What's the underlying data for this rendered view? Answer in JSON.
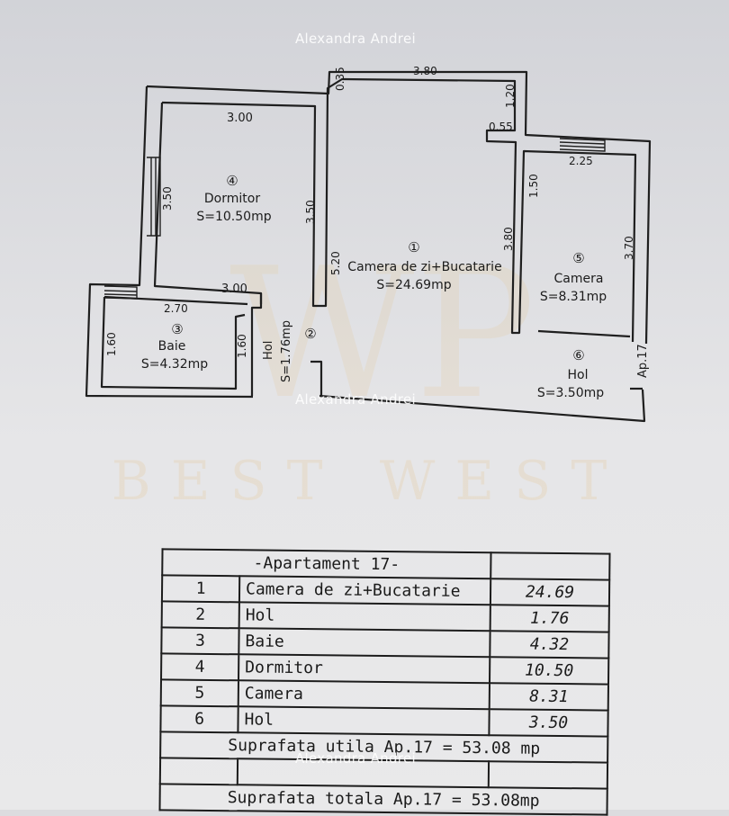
{
  "watermark": {
    "name": "Alexandra Andrei",
    "agency": "BEST WEST",
    "logo": "WP"
  },
  "plan": {
    "rooms": [
      {
        "num": "①",
        "name": "Camera de zi+Bucatarie",
        "area": "S=24.69mp"
      },
      {
        "num": "②",
        "name": "Hol",
        "area": "S=1.76mp"
      },
      {
        "num": "③",
        "name": "Baie",
        "area": "S=4.32mp"
      },
      {
        "num": "④",
        "name": "Dormitor",
        "area": "S=10.50mp"
      },
      {
        "num": "⑤",
        "name": "Camera",
        "area": "S=8.31mp"
      },
      {
        "num": "⑥",
        "name": "Hol",
        "area": "S=3.50mp"
      }
    ],
    "dimensions": [
      "3.80",
      "0.35",
      "1.20",
      "0.55",
      "2.25",
      "1.50",
      "3.80",
      "3.70",
      "3.00",
      "3.50",
      "3.50",
      "5.20",
      "3.00",
      "2.70",
      "1.60",
      "1.60"
    ],
    "apartment_mark": "Ap.17"
  },
  "table": {
    "title": "-Apartament 17-",
    "rows": [
      {
        "no": "1",
        "name": "Camera de zi+Bucatarie",
        "area": "24.69"
      },
      {
        "no": "2",
        "name": "Hol",
        "area": "1.76"
      },
      {
        "no": "3",
        "name": "Baie",
        "area": "4.32"
      },
      {
        "no": "4",
        "name": "Dormitor",
        "area": "10.50"
      },
      {
        "no": "5",
        "name": "Camera",
        "area": "8.31"
      },
      {
        "no": "6",
        "name": "Hol",
        "area": "3.50"
      }
    ],
    "usable_total": "Suprafata utila Ap.17 = 53.08 mp",
    "overall_total": "Suprafata totala Ap.17 = 53.08mp"
  }
}
